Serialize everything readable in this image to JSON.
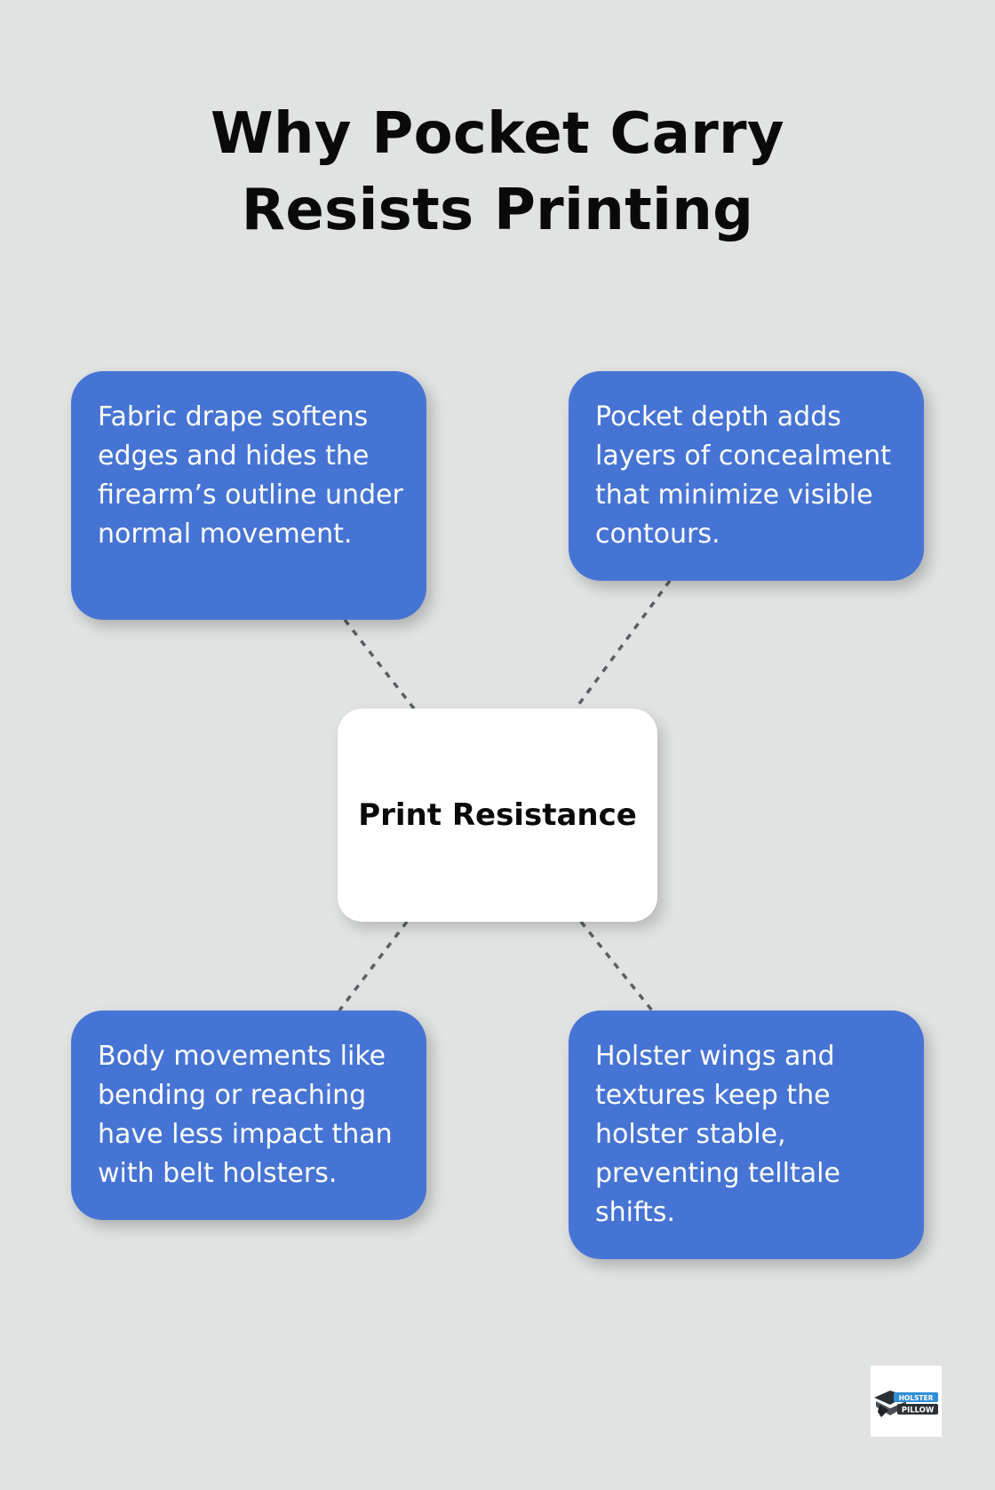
{
  "title": "Why Pocket Carry Resists Printing",
  "center": {
    "label": "Print Resistance"
  },
  "nodes": [
    {
      "text": "Fabric drape softens edges and hides the firearm’s outline under normal movement."
    },
    {
      "text": "Pocket depth adds layers of concealment that minimize visible contours."
    },
    {
      "text": "Body movements like bending or reaching have less impact than with belt holsters."
    },
    {
      "text": "Holster wings and textures keep the holster stable, preventing telltale shifts."
    }
  ],
  "colors": {
    "background": "#e1e3e3",
    "card": "#4674d4",
    "center": "#ffffff",
    "connector": "#5b5f63",
    "logo_blue": "#2f8fd8",
    "logo_dark": "#2b2f36"
  },
  "logo": {
    "text_top": "HOLSTER",
    "text_bottom": "PILLOW"
  }
}
